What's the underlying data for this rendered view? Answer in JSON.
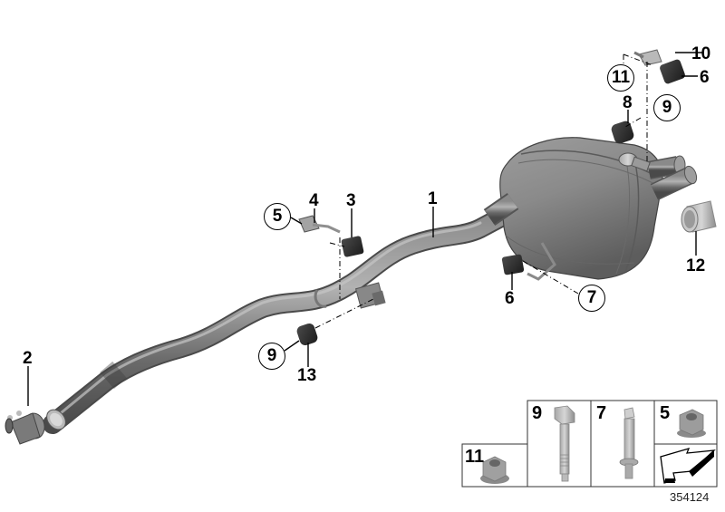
{
  "diagram": {
    "type": "exploded-parts-diagram",
    "subject": "rear exhaust system with muffler",
    "image_number": "354124",
    "callouts": [
      {
        "id": "1",
        "style": "plain"
      },
      {
        "id": "2",
        "style": "plain"
      },
      {
        "id": "3",
        "style": "plain"
      },
      {
        "id": "4",
        "style": "plain"
      },
      {
        "id": "5",
        "style": "circled"
      },
      {
        "id": "6",
        "style": "plain",
        "position": "top-right"
      },
      {
        "id": "6",
        "style": "plain",
        "position": "lower-middle"
      },
      {
        "id": "7",
        "style": "circled"
      },
      {
        "id": "8",
        "style": "plain"
      },
      {
        "id": "9",
        "style": "circled",
        "position": "top-right"
      },
      {
        "id": "9",
        "style": "circled",
        "position": "lower-middle"
      },
      {
        "id": "10",
        "style": "plain"
      },
      {
        "id": "11",
        "style": "circled"
      },
      {
        "id": "12",
        "style": "plain"
      },
      {
        "id": "13",
        "style": "plain"
      }
    ],
    "labels": {
      "l1": "1",
      "l2": "2",
      "l3": "3",
      "l4": "4",
      "c5": "5",
      "l6a": "6",
      "l6b": "6",
      "c7": "7",
      "l8": "8",
      "c9a": "9",
      "c9b": "9",
      "l10": "10",
      "c11": "11",
      "l12": "12",
      "l13": "13"
    },
    "legend_table": {
      "cells": [
        {
          "id": "11",
          "part": "flange-nut"
        },
        {
          "id": "9",
          "part": "hex-bolt"
        },
        {
          "id": "7",
          "part": "stud-bolt"
        },
        {
          "id": "5",
          "part": "flange-nut"
        }
      ],
      "arrow_cell": "direction-of-travel-arrow"
    },
    "colors": {
      "background": "#ffffff",
      "pipe": "#6f6f6f",
      "pipe_highlight": "#a9a9a9",
      "muffler": "#7c7c7c",
      "rubber": "#2e2e2e",
      "hardware": "#b4b4b4",
      "lines": "#000000"
    }
  }
}
